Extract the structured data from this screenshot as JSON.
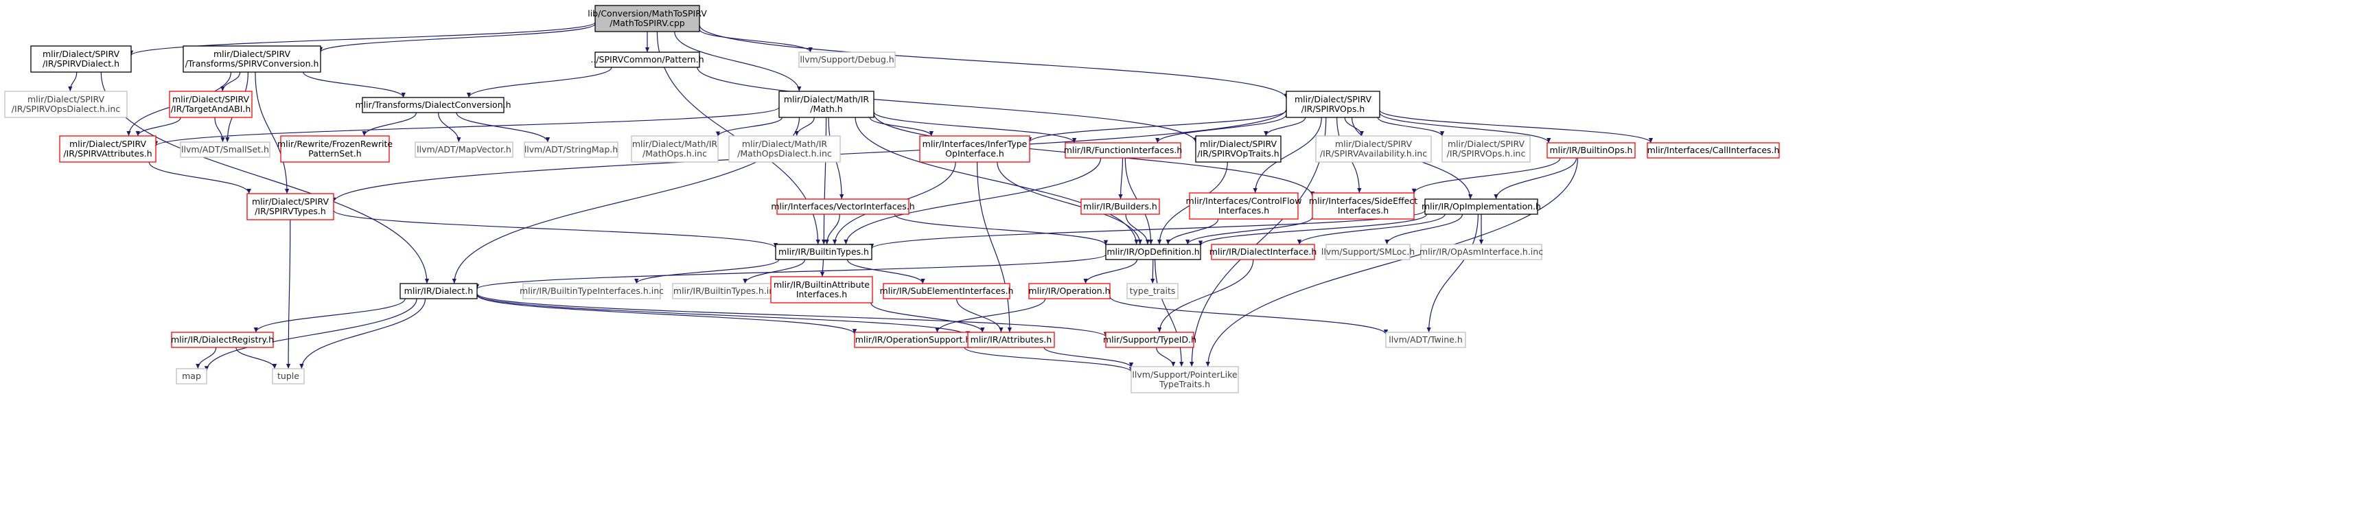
{
  "graph": {
    "colors": {
      "root_fill": "#bfbfbf",
      "node_fill": "#ffffff",
      "border_documented": "#000000",
      "border_undocumented": "#ff0000",
      "border_external": "#bfbfbf",
      "text": "#000000",
      "text_external": "#404040",
      "edge": "#191970"
    },
    "nodes": [
      {
        "id": "root",
        "lines": [
          "lib/Conversion/MathToSPIRV",
          "/MathToSPIRV.cpp"
        ],
        "kind": "root"
      },
      {
        "id": "spirv-dialect",
        "lines": [
          "mlir/Dialect/SPIRV",
          "/IR/SPIRVDialect.h"
        ],
        "kind": "doc"
      },
      {
        "id": "spirv-conversion",
        "lines": [
          "mlir/Dialect/SPIRV",
          "/Transforms/SPIRVConversion.h"
        ],
        "kind": "doc"
      },
      {
        "id": "pattern",
        "lines": [
          "../SPIRVCommon/Pattern.h"
        ],
        "kind": "doc"
      },
      {
        "id": "debug",
        "lines": [
          "llvm/Support/Debug.h"
        ],
        "kind": "ext"
      },
      {
        "id": "spirv-ops-dialect-inc",
        "lines": [
          "mlir/Dialect/SPIRV",
          "/IR/SPIRVOpsDialect.h.inc"
        ],
        "kind": "ext"
      },
      {
        "id": "target-and-abi",
        "lines": [
          "mlir/Dialect/SPIRV",
          "/IR/TargetAndABI.h"
        ],
        "kind": "undoc"
      },
      {
        "id": "dialect-conversion",
        "lines": [
          "mlir/Transforms/DialectConversion.h"
        ],
        "kind": "doc"
      },
      {
        "id": "math",
        "lines": [
          "mlir/Dialect/Math/IR",
          "/Math.h"
        ],
        "kind": "doc"
      },
      {
        "id": "spirv-ops",
        "lines": [
          "mlir/Dialect/SPIRV",
          "/IR/SPIRVOps.h"
        ],
        "kind": "doc"
      },
      {
        "id": "spirv-attributes",
        "lines": [
          "mlir/Dialect/SPIRV",
          "/IR/SPIRVAttributes.h"
        ],
        "kind": "undoc"
      },
      {
        "id": "smallset",
        "lines": [
          "llvm/ADT/SmallSet.h"
        ],
        "kind": "ext"
      },
      {
        "id": "frozen-rewrite",
        "lines": [
          "mlir/Rewrite/FrozenRewrite",
          "PatternSet.h"
        ],
        "kind": "undoc"
      },
      {
        "id": "mapvector",
        "lines": [
          "llvm/ADT/MapVector.h"
        ],
        "kind": "ext"
      },
      {
        "id": "stringmap",
        "lines": [
          "llvm/ADT/StringMap.h"
        ],
        "kind": "ext"
      },
      {
        "id": "mathops-inc",
        "lines": [
          "mlir/Dialect/Math/IR",
          "/MathOps.h.inc"
        ],
        "kind": "ext"
      },
      {
        "id": "mathopsdialect-inc",
        "lines": [
          "mlir/Dialect/Math/IR",
          "/MathOpsDialect.h.inc"
        ],
        "kind": "ext"
      },
      {
        "id": "infer-type",
        "lines": [
          "mlir/Interfaces/InferType",
          "OpInterface.h"
        ],
        "kind": "undoc"
      },
      {
        "id": "function-interfaces",
        "lines": [
          "mlir/IR/FunctionInterfaces.h"
        ],
        "kind": "undoc"
      },
      {
        "id": "spirv-op-traits",
        "lines": [
          "mlir/Dialect/SPIRV",
          "/IR/SPIRVOpTraits.h"
        ],
        "kind": "doc"
      },
      {
        "id": "spirv-availability-inc",
        "lines": [
          "mlir/Dialect/SPIRV",
          "/IR/SPIRVAvailability.h.inc"
        ],
        "kind": "ext"
      },
      {
        "id": "spirv-ops-inc",
        "lines": [
          "mlir/Dialect/SPIRV",
          "/IR/SPIRVOps.h.inc"
        ],
        "kind": "ext"
      },
      {
        "id": "builtin-ops",
        "lines": [
          "mlir/IR/BuiltinOps.h"
        ],
        "kind": "undoc"
      },
      {
        "id": "call-interfaces",
        "lines": [
          "mlir/Interfaces/CallInterfaces.h"
        ],
        "kind": "undoc"
      },
      {
        "id": "spirv-types",
        "lines": [
          "mlir/Dialect/SPIRV",
          "/IR/SPIRVTypes.h"
        ],
        "kind": "undoc"
      },
      {
        "id": "vector-interfaces",
        "lines": [
          "mlir/Interfaces/VectorInterfaces.h"
        ],
        "kind": "undoc"
      },
      {
        "id": "builders",
        "lines": [
          "mlir/IR/Builders.h"
        ],
        "kind": "undoc"
      },
      {
        "id": "control-flow-interfaces",
        "lines": [
          "mlir/Interfaces/ControlFlow",
          "Interfaces.h"
        ],
        "kind": "undoc"
      },
      {
        "id": "side-effect-interfaces",
        "lines": [
          "mlir/Interfaces/SideEffect",
          "Interfaces.h"
        ],
        "kind": "undoc"
      },
      {
        "id": "op-implementation",
        "lines": [
          "mlir/IR/OpImplementation.h"
        ],
        "kind": "doc"
      },
      {
        "id": "builtin-types",
        "lines": [
          "mlir/IR/BuiltinTypes.h"
        ],
        "kind": "doc"
      },
      {
        "id": "op-definition",
        "lines": [
          "mlir/IR/OpDefinition.h"
        ],
        "kind": "doc"
      },
      {
        "id": "dialect-interface",
        "lines": [
          "mlir/IR/DialectInterface.h"
        ],
        "kind": "undoc"
      },
      {
        "id": "smloc",
        "lines": [
          "llvm/Support/SMLoc.h"
        ],
        "kind": "ext"
      },
      {
        "id": "op-asm-interface-inc",
        "lines": [
          "mlir/IR/OpAsmInterface.h.inc"
        ],
        "kind": "ext"
      },
      {
        "id": "dialect",
        "lines": [
          "mlir/IR/Dialect.h"
        ],
        "kind": "doc"
      },
      {
        "id": "builtin-type-interfaces-inc",
        "lines": [
          "mlir/IR/BuiltinTypeInterfaces.h.inc"
        ],
        "kind": "ext"
      },
      {
        "id": "builtin-types-inc",
        "lines": [
          "mlir/IR/BuiltinTypes.h.inc"
        ],
        "kind": "ext"
      },
      {
        "id": "builtin-attribute-interfaces",
        "lines": [
          "mlir/IR/BuiltinAttribute",
          "Interfaces.h"
        ],
        "kind": "undoc"
      },
      {
        "id": "sub-element-interfaces",
        "lines": [
          "mlir/IR/SubElementInterfaces.h"
        ],
        "kind": "undoc"
      },
      {
        "id": "operation",
        "lines": [
          "mlir/IR/Operation.h"
        ],
        "kind": "undoc"
      },
      {
        "id": "type-traits",
        "lines": [
          "type_traits"
        ],
        "kind": "ext"
      },
      {
        "id": "dialect-registry",
        "lines": [
          "mlir/IR/DialectRegistry.h"
        ],
        "kind": "undoc"
      },
      {
        "id": "operation-support",
        "lines": [
          "mlir/IR/OperationSupport.h"
        ],
        "kind": "undoc"
      },
      {
        "id": "attributes",
        "lines": [
          "mlir/IR/Attributes.h"
        ],
        "kind": "undoc"
      },
      {
        "id": "type-id",
        "lines": [
          "mlir/Support/TypeID.h"
        ],
        "kind": "undoc"
      },
      {
        "id": "twine",
        "lines": [
          "llvm/ADT/Twine.h"
        ],
        "kind": "ext"
      },
      {
        "id": "map",
        "lines": [
          "map"
        ],
        "kind": "ext"
      },
      {
        "id": "tuple",
        "lines": [
          "tuple"
        ],
        "kind": "ext"
      },
      {
        "id": "pointer-like-type-traits",
        "lines": [
          "llvm/Support/PointerLike",
          "TypeTraits.h"
        ],
        "kind": "ext"
      }
    ],
    "edges": [
      [
        "root",
        "spirv-dialect"
      ],
      [
        "root",
        "spirv-conversion"
      ],
      [
        "root",
        "pattern"
      ],
      [
        "root",
        "debug"
      ],
      [
        "root",
        "math"
      ],
      [
        "root",
        "spirv-ops"
      ],
      [
        "root",
        "builtin-types"
      ],
      [
        "spirv-dialect",
        "spirv-ops-dialect-inc"
      ],
      [
        "spirv-dialect",
        "dialect"
      ],
      [
        "spirv-conversion",
        "target-and-abi"
      ],
      [
        "spirv-conversion",
        "dialect-conversion"
      ],
      [
        "spirv-conversion",
        "spirv-attributes"
      ],
      [
        "spirv-conversion",
        "smallset"
      ],
      [
        "spirv-conversion",
        "spirv-types"
      ],
      [
        "pattern",
        "dialect-conversion"
      ],
      [
        "pattern",
        "spirv-op-traits"
      ],
      [
        "target-and-abi",
        "spirv-attributes"
      ],
      [
        "target-and-abi",
        "smallset"
      ],
      [
        "dialect-conversion",
        "frozen-rewrite"
      ],
      [
        "dialect-conversion",
        "mapvector"
      ],
      [
        "dialect-conversion",
        "stringmap"
      ],
      [
        "math",
        "mathops-inc"
      ],
      [
        "math",
        "mathopsdialect-inc"
      ],
      [
        "math",
        "infer-type"
      ],
      [
        "math",
        "function-interfaces"
      ],
      [
        "math",
        "vector-interfaces"
      ],
      [
        "math",
        "side-effect-interfaces"
      ],
      [
        "math",
        "builtin-types"
      ],
      [
        "math",
        "op-definition"
      ],
      [
        "math",
        "dialect"
      ],
      [
        "math",
        "spirv-attributes"
      ],
      [
        "spirv-ops",
        "spirv-types"
      ],
      [
        "spirv-ops",
        "infer-type"
      ],
      [
        "spirv-ops",
        "function-interfaces"
      ],
      [
        "spirv-ops",
        "spirv-op-traits"
      ],
      [
        "spirv-ops",
        "spirv-availability-inc"
      ],
      [
        "spirv-ops",
        "spirv-ops-inc"
      ],
      [
        "spirv-ops",
        "builtin-ops"
      ],
      [
        "spirv-ops",
        "call-interfaces"
      ],
      [
        "spirv-ops",
        "control-flow-interfaces"
      ],
      [
        "spirv-ops",
        "side-effect-interfaces"
      ],
      [
        "spirv-ops",
        "op-implementation"
      ],
      [
        "spirv-ops",
        "pointer-like-type-traits"
      ],
      [
        "spirv-attributes",
        "spirv-types"
      ],
      [
        "spirv-types",
        "builtin-types"
      ],
      [
        "spirv-types",
        "tuple"
      ],
      [
        "infer-type",
        "builtin-types"
      ],
      [
        "infer-type",
        "op-definition"
      ],
      [
        "infer-type",
        "attributes"
      ],
      [
        "function-interfaces",
        "builders"
      ],
      [
        "function-interfaces",
        "op-definition"
      ],
      [
        "function-interfaces",
        "builtin-types"
      ],
      [
        "spirv-op-traits",
        "op-definition"
      ],
      [
        "builtin-ops",
        "op-implementation"
      ],
      [
        "builtin-ops",
        "side-effect-interfaces"
      ],
      [
        "builtin-ops",
        "pointer-like-type-traits"
      ],
      [
        "vector-interfaces",
        "builtin-types"
      ],
      [
        "vector-interfaces",
        "op-definition"
      ],
      [
        "builders",
        "op-definition"
      ],
      [
        "control-flow-interfaces",
        "op-definition"
      ],
      [
        "side-effect-interfaces",
        "op-definition"
      ],
      [
        "op-implementation",
        "builtin-types"
      ],
      [
        "op-implementation",
        "op-definition"
      ],
      [
        "op-implementation",
        "dialect-interface"
      ],
      [
        "op-implementation",
        "smloc"
      ],
      [
        "op-implementation",
        "op-asm-interface-inc"
      ],
      [
        "op-implementation",
        "twine"
      ],
      [
        "builtin-types",
        "builtin-type-interfaces-inc"
      ],
      [
        "builtin-types",
        "builtin-types-inc"
      ],
      [
        "builtin-types",
        "builtin-attribute-interfaces"
      ],
      [
        "builtin-types",
        "sub-element-interfaces"
      ],
      [
        "op-definition",
        "operation"
      ],
      [
        "op-definition",
        "type-traits"
      ],
      [
        "op-definition",
        "pointer-like-type-traits"
      ],
      [
        "op-definition",
        "dialect"
      ],
      [
        "dialect-interface",
        "type-id"
      ],
      [
        "dialect",
        "dialect-registry"
      ],
      [
        "dialect",
        "operation-support"
      ],
      [
        "dialect",
        "type-id"
      ],
      [
        "dialect",
        "map"
      ],
      [
        "dialect",
        "tuple"
      ],
      [
        "dialect",
        "attributes"
      ],
      [
        "builtin-attribute-interfaces",
        "attributes"
      ],
      [
        "sub-element-interfaces",
        "attributes"
      ],
      [
        "operation",
        "operation-support"
      ],
      [
        "operation",
        "twine"
      ],
      [
        "dialect-registry",
        "map"
      ],
      [
        "dialect-registry",
        "tuple"
      ],
      [
        "operation-support",
        "pointer-like-type-traits"
      ],
      [
        "attributes",
        "pointer-like-type-traits"
      ],
      [
        "type-id",
        "pointer-like-type-traits"
      ]
    ]
  }
}
